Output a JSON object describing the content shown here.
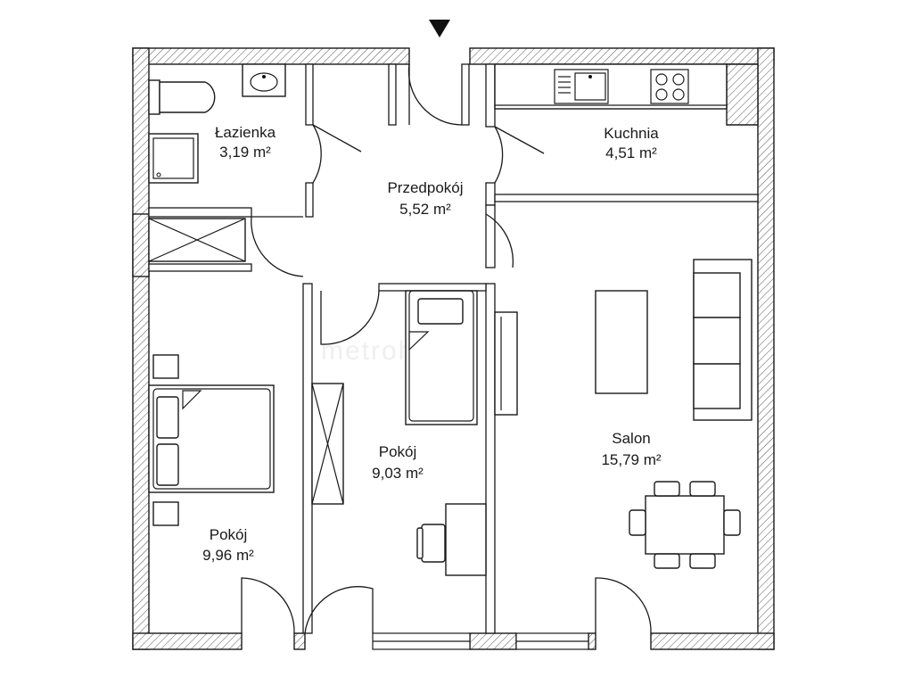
{
  "plan": {
    "rooms": [
      {
        "name": "Łazienka",
        "area": "3,19 m²"
      },
      {
        "name": "Kuchnia",
        "area": "4,51 m²"
      },
      {
        "name": "Przedpokój",
        "area": "5,52 m²"
      },
      {
        "name": "Pokój",
        "area": "9,96 m²"
      },
      {
        "name": "Pokój",
        "area": "9,03 m²"
      },
      {
        "name": "Salon",
        "area": "15,79 m²"
      }
    ],
    "watermark": "metrohouse",
    "entrance_icon": "entrance-arrow-icon"
  }
}
